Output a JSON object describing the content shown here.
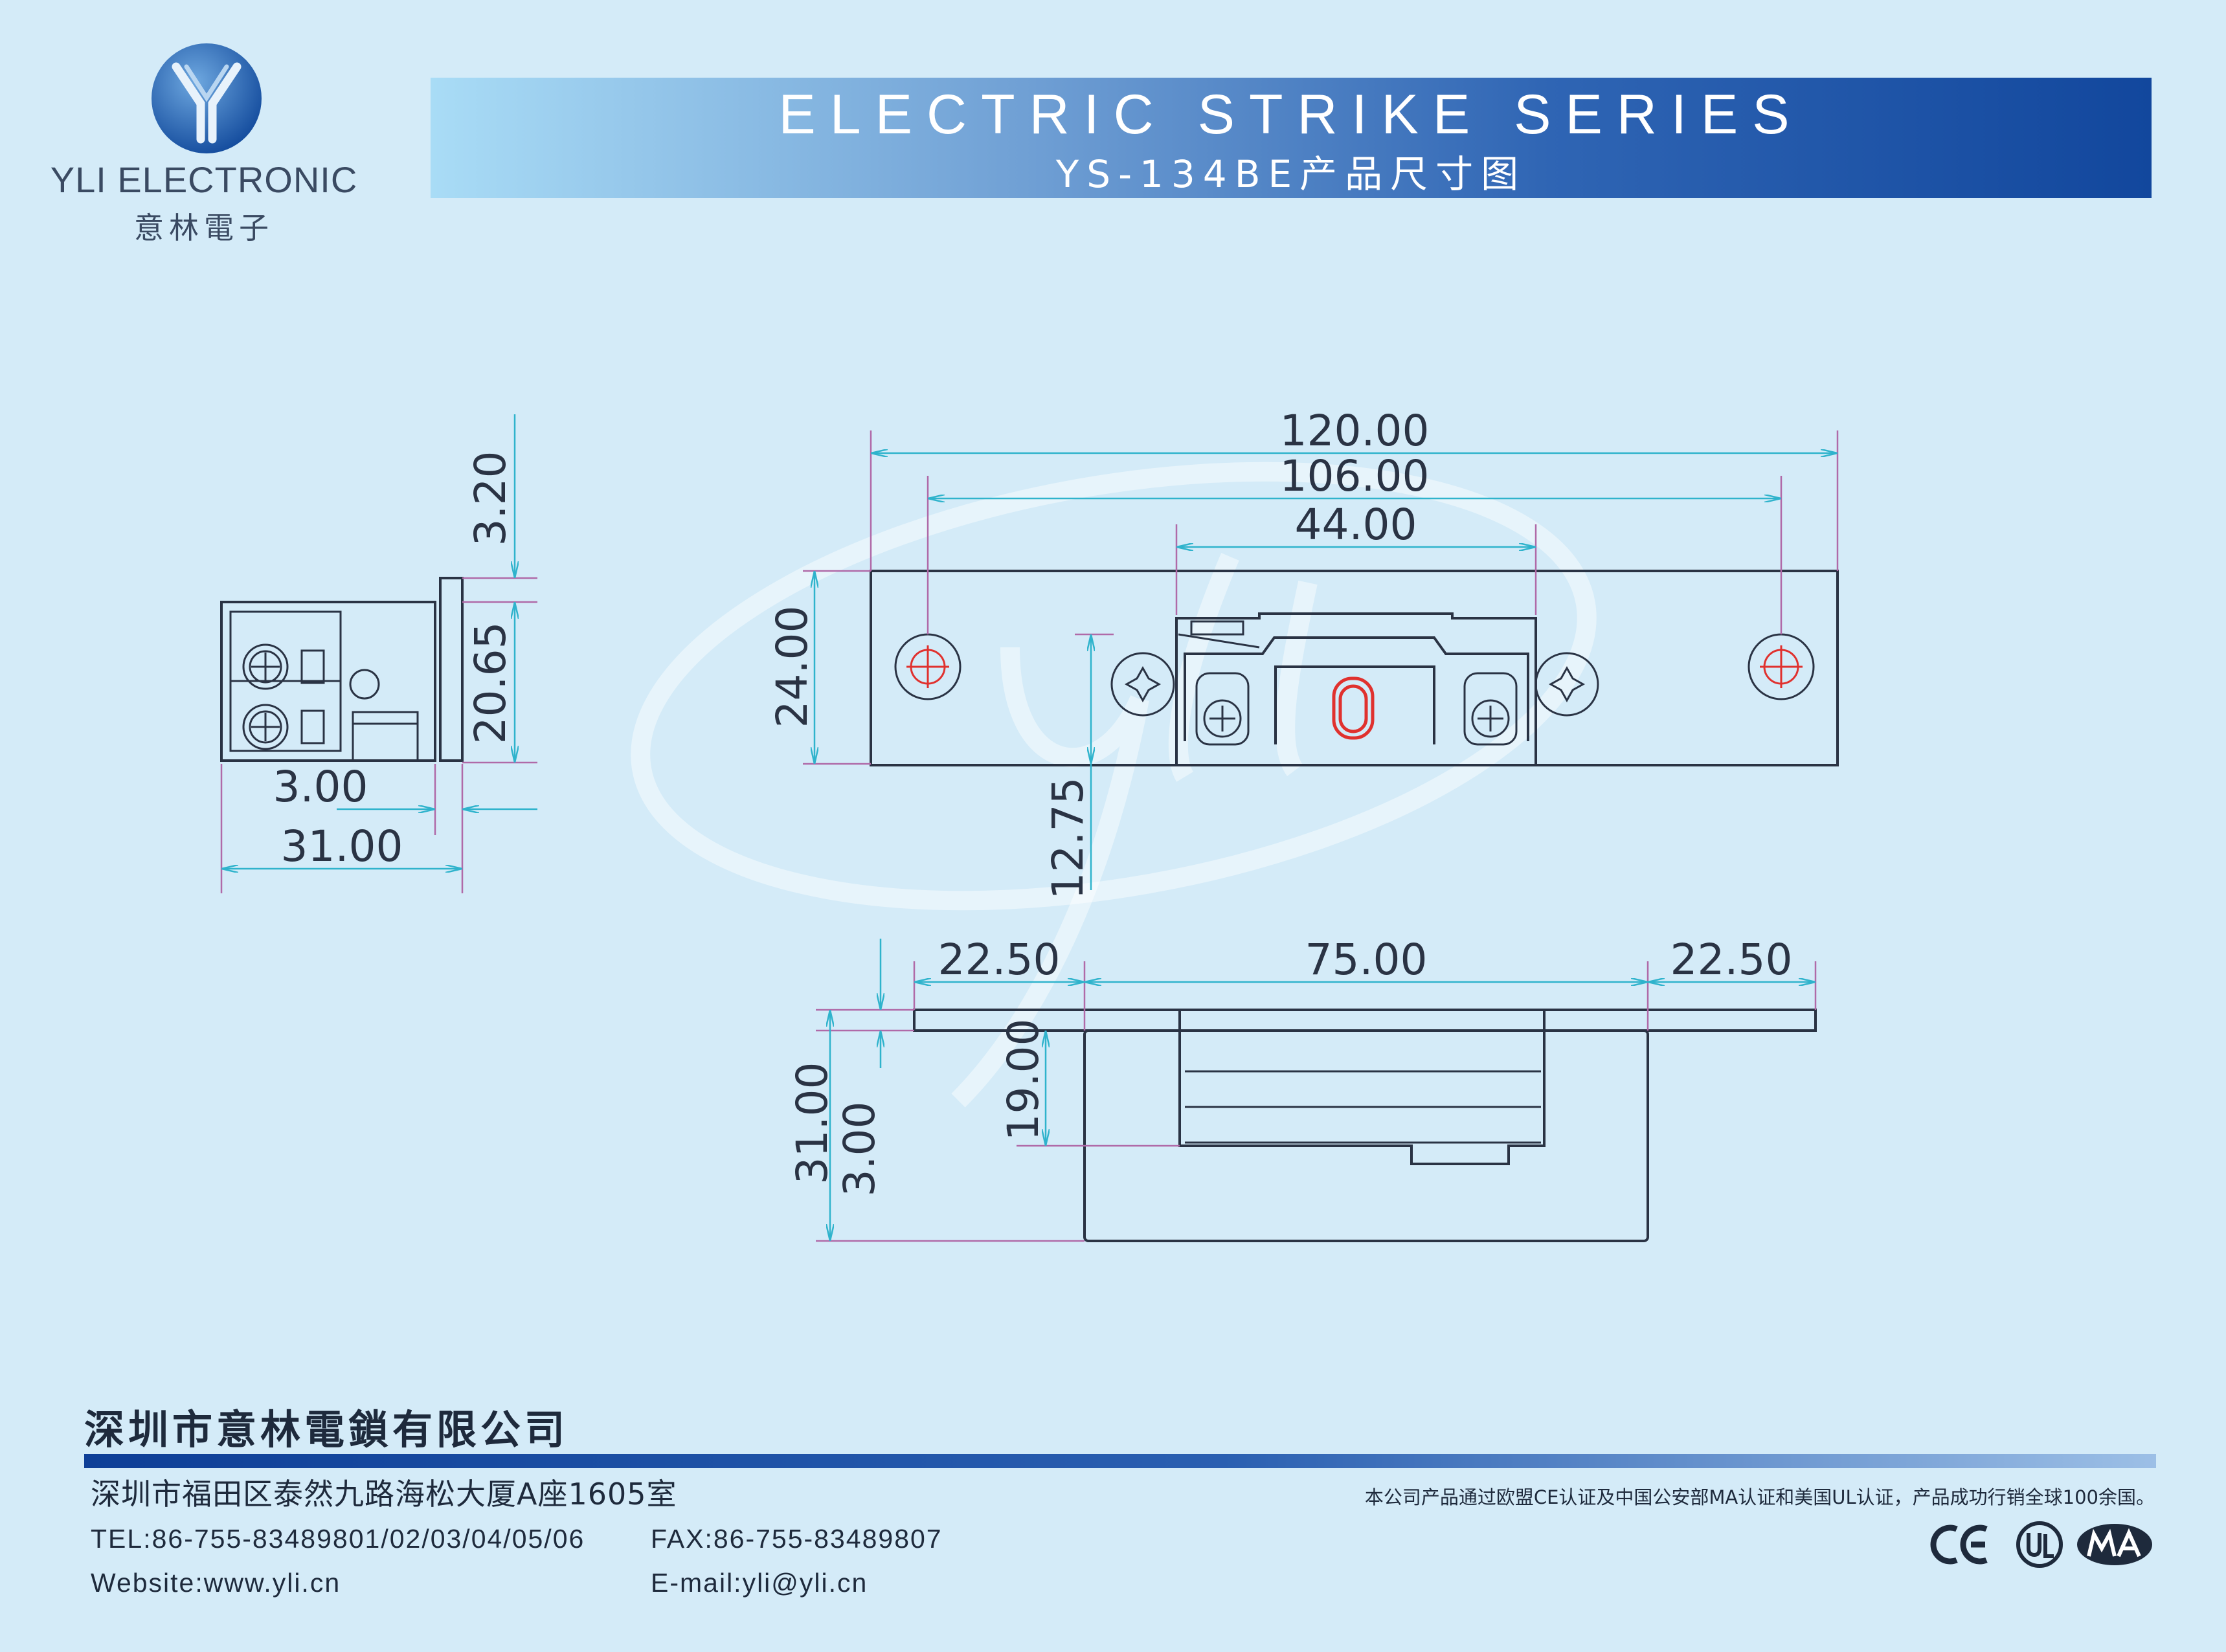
{
  "brand": {
    "name": "YLI ELECTRONIC",
    "name_cn": "意林電子",
    "logo_letter": "Y"
  },
  "banner": {
    "title": "ELECTRIC STRIKE SERIES",
    "subtitle": "YS-134BE产品尺寸图"
  },
  "dimensions": {
    "side_top": "3.20",
    "side_body": "20.65",
    "side_offset": "3.00",
    "side_width": "31.00",
    "overall_length": "120.00",
    "hole_spacing": "106.00",
    "mechanism_width": "44.00",
    "plate_height": "24.00",
    "keeper_depth": "12.75",
    "flange_left": "22.50",
    "body_length": "75.00",
    "flange_right": "22.50",
    "bottom_total": "31.00",
    "plate_thickness": "3.00",
    "body_depth": "19.00"
  },
  "watermark": "yli",
  "footer": {
    "company": "深圳市意林電鎖有限公司",
    "address": "深圳市福田区泰然九路海松大厦A座1605室",
    "tel": "TEL:86-755-83489801/02/03/04/05/06",
    "fax": "FAX:86-755-83489807",
    "website": "Website:www.yli.cn",
    "email": "E-mail:yli@yli.cn",
    "certification": "本公司产品通过欧盟CE认证及中国公安部MA认证和美国UL认证，产品成功行销全球100余国。",
    "marks": [
      "CE",
      "UL",
      "MA"
    ]
  },
  "colors": {
    "background": "#d4ebf8",
    "dimension_line": "#2fb3cc",
    "extension_line": "#b06aa8",
    "drawing_line": "#2a3344",
    "accent": "#e0312e"
  }
}
